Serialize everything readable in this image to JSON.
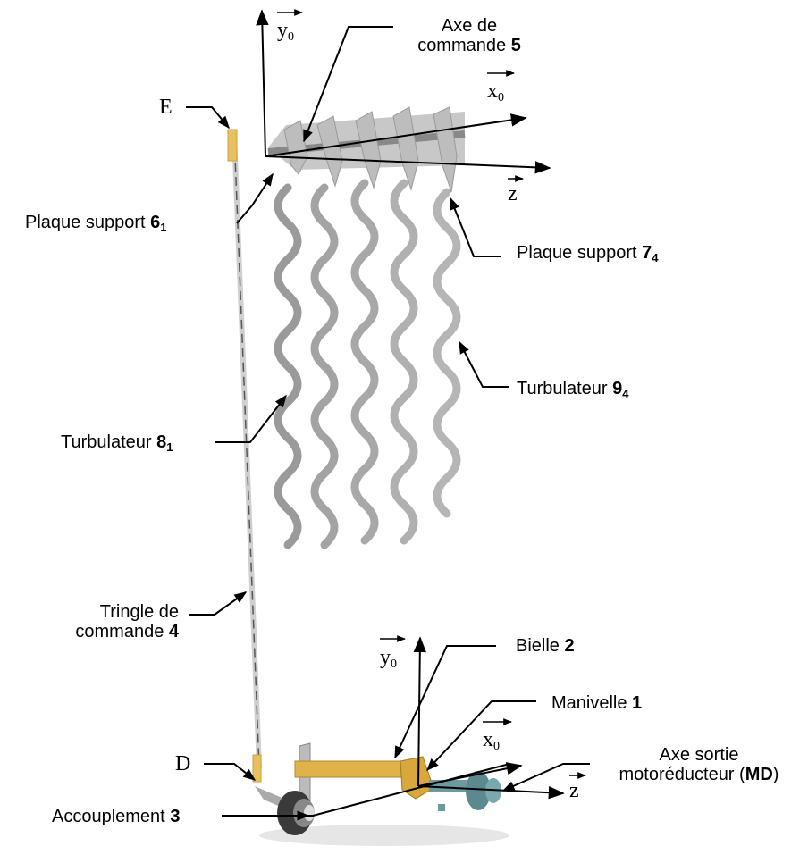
{
  "labels": {
    "axe_commande_line1": "Axe de",
    "axe_commande_line2": "commande",
    "axe_commande_num": "5",
    "plaque_61_text": "Plaque support",
    "plaque_61_num": "6",
    "plaque_61_sub": "1",
    "plaque_74_text": "Plaque support",
    "plaque_74_num": "7",
    "plaque_74_sub": "4",
    "turb_94_text": "Turbulateur",
    "turb_94_num": "9",
    "turb_94_sub": "4",
    "turb_81_text": "Turbulateur",
    "turb_81_num": "8",
    "turb_81_sub": "1",
    "tringle_line1": "Tringle de",
    "tringle_line2": "commande",
    "tringle_num": "4",
    "bielle_text": "Bielle",
    "bielle_num": "2",
    "manivelle_text": "Manivelle",
    "manivelle_num": "1",
    "axe_sortie_line1": "Axe sortie",
    "axe_sortie_line2": "motoréducteur (",
    "axe_sortie_md": "MD",
    "axe_sortie_close": ")",
    "accouplement_text": "Accouplement",
    "accouplement_num": "3",
    "point_E": "E",
    "point_D": "D"
  },
  "axes_top": {
    "y_letter": "y",
    "y_sub": "0",
    "x_letter": "x",
    "x_sub": "0",
    "z_letter": "z"
  },
  "axes_bottom": {
    "y_letter": "y",
    "y_sub": "0",
    "x_letter": "x",
    "x_sub": "0",
    "z_letter": "z"
  },
  "colors": {
    "gray_part": "#b8b8b8",
    "dark_gray": "#8a8a8a",
    "yellow_part": "#e8c060",
    "gold_part": "#c9a040",
    "dark_wheel": "#3a3a3a",
    "teal_part": "#5a8a90"
  }
}
